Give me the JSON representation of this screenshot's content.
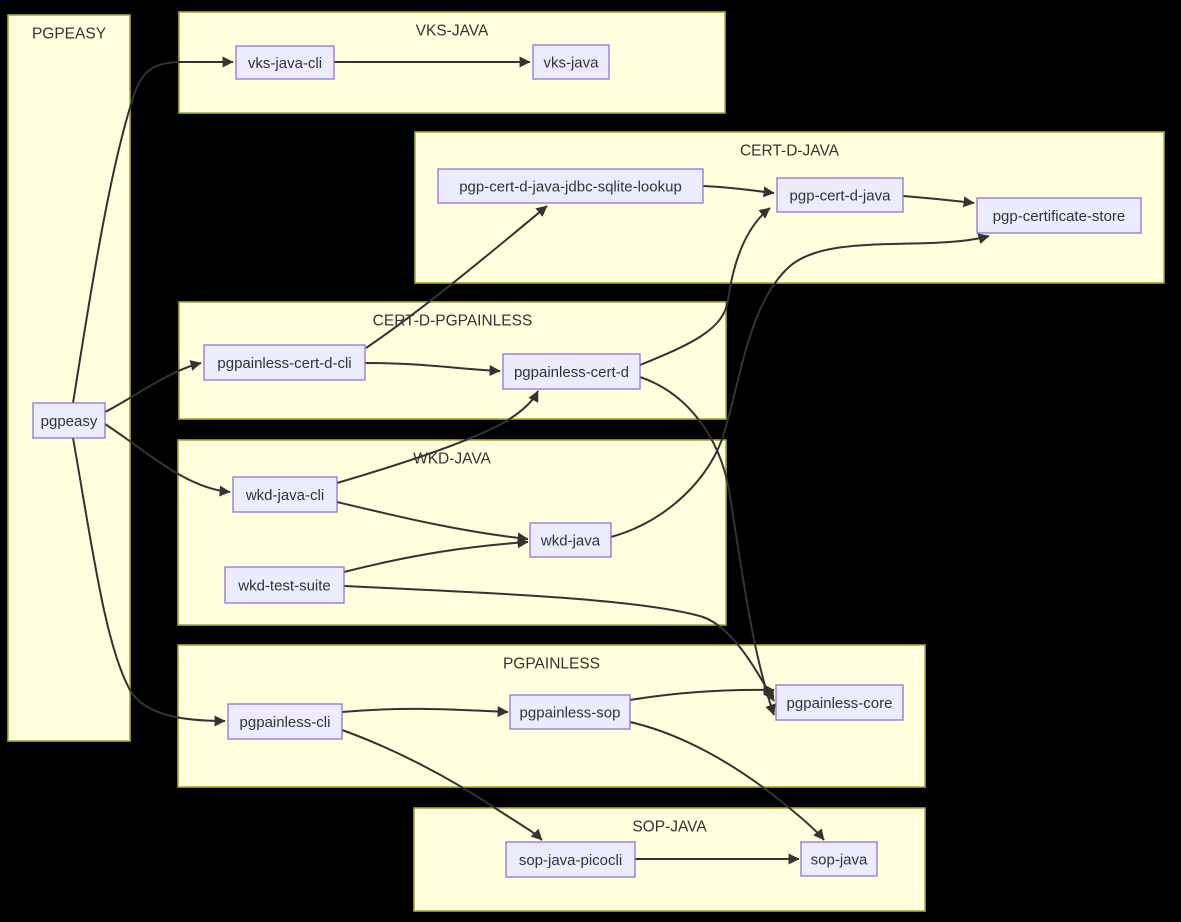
{
  "diagram": {
    "background": "#000000",
    "colors": {
      "cluster_fill": "#ffffde",
      "cluster_border": "#aaaa33",
      "node_fill": "#ececff",
      "node_border": "#9370db",
      "edge": "#333333",
      "text": "#333333"
    },
    "clusters": [
      {
        "id": "PGPEASY",
        "label": "PGPEASY",
        "nodes": [
          "pgpeasy"
        ]
      },
      {
        "id": "VKS-JAVA",
        "label": "VKS-JAVA",
        "nodes": [
          "vks-java-cli",
          "vks-java"
        ]
      },
      {
        "id": "CERT-D-JAVA",
        "label": "CERT-D-JAVA",
        "nodes": [
          "pgp-cert-d-java-jdbc-sqlite-lookup",
          "pgp-cert-d-java",
          "pgp-certificate-store"
        ]
      },
      {
        "id": "CERT-D-PGPAINLESS",
        "label": "CERT-D-PGPAINLESS",
        "nodes": [
          "pgpainless-cert-d-cli",
          "pgpainless-cert-d"
        ]
      },
      {
        "id": "WKD-JAVA",
        "label": "WKD-JAVA",
        "nodes": [
          "wkd-java-cli",
          "wkd-java",
          "wkd-test-suite"
        ]
      },
      {
        "id": "PGPAINLESS",
        "label": "PGPAINLESS",
        "nodes": [
          "pgpainless-cli",
          "pgpainless-sop",
          "pgpainless-core"
        ]
      },
      {
        "id": "SOP-JAVA",
        "label": "SOP-JAVA",
        "nodes": [
          "sop-java-picocli",
          "sop-java"
        ]
      }
    ],
    "edges": [
      {
        "from": "pgpeasy",
        "to": "vks-java-cli"
      },
      {
        "from": "pgpeasy",
        "to": "pgpainless-cert-d-cli"
      },
      {
        "from": "pgpeasy",
        "to": "wkd-java-cli"
      },
      {
        "from": "pgpeasy",
        "to": "pgpainless-cli"
      },
      {
        "from": "vks-java-cli",
        "to": "vks-java"
      },
      {
        "from": "pgpainless-cert-d-cli",
        "to": "pgp-cert-d-java-jdbc-sqlite-lookup"
      },
      {
        "from": "pgpainless-cert-d-cli",
        "to": "pgpainless-cert-d"
      },
      {
        "from": "pgp-cert-d-java-jdbc-sqlite-lookup",
        "to": "pgp-cert-d-java"
      },
      {
        "from": "pgp-cert-d-java",
        "to": "pgp-certificate-store"
      },
      {
        "from": "pgpainless-cert-d",
        "to": "pgp-cert-d-java"
      },
      {
        "from": "pgpainless-cert-d",
        "to": "pgpainless-core"
      },
      {
        "from": "wkd-java-cli",
        "to": "pgpainless-cert-d"
      },
      {
        "from": "wkd-java-cli",
        "to": "wkd-java"
      },
      {
        "from": "wkd-test-suite",
        "to": "wkd-java"
      },
      {
        "from": "wkd-test-suite",
        "to": "pgpainless-core"
      },
      {
        "from": "wkd-java",
        "to": "pgp-certificate-store"
      },
      {
        "from": "pgpainless-cli",
        "to": "pgpainless-sop"
      },
      {
        "from": "pgpainless-cli",
        "to": "sop-java-picocli"
      },
      {
        "from": "pgpainless-sop",
        "to": "pgpainless-core"
      },
      {
        "from": "pgpainless-sop",
        "to": "sop-java"
      },
      {
        "from": "sop-java-picocli",
        "to": "sop-java"
      }
    ]
  }
}
